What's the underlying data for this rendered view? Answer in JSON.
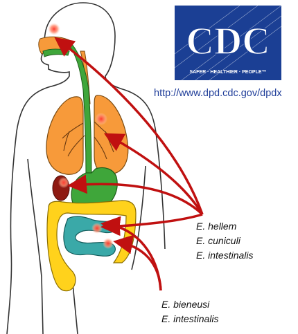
{
  "logo": {
    "letters": "CDC",
    "tagline": "SAFER · HEALTHIER · PEOPLE™"
  },
  "url": "http://www.dpd.cdc.gov/dpdx",
  "group_upper": {
    "species": [
      "E. hellem",
      "E. cuniculi",
      "E. intestinalis"
    ]
  },
  "group_lower": {
    "species": [
      "E. bieneusi",
      "E. intestinalis"
    ]
  },
  "colors": {
    "logo_blue": "#1b3f94",
    "arrow_red": "#c01010",
    "lungs_orange": "#f79a3a",
    "digestive_green": "#3fa63a",
    "colon_yellow": "#ffd21c",
    "small_intestine_teal": "#3aa9a8",
    "kidney_red": "#8e1a12"
  },
  "icons": [
    "infection-site-icon",
    "body-outline-icon"
  ]
}
